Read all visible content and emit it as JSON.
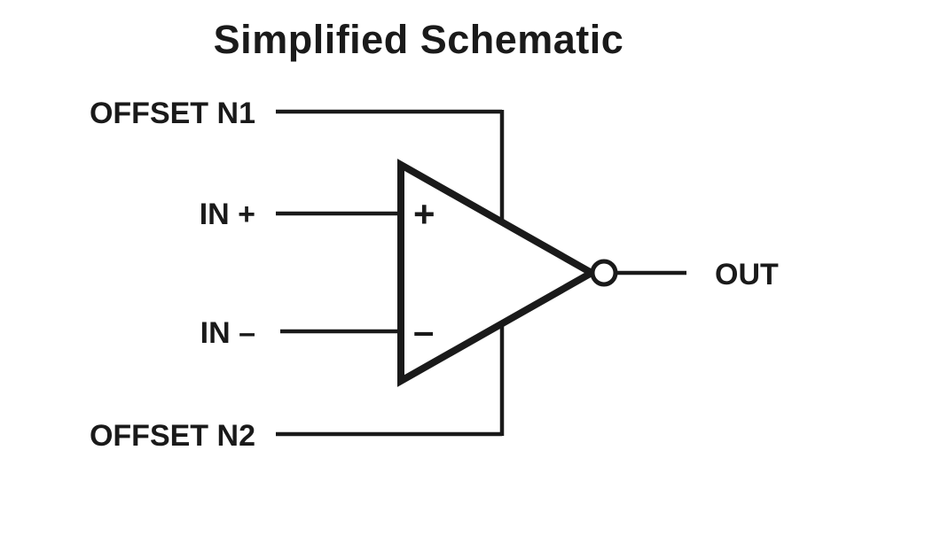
{
  "diagram": {
    "title": "Simplified Schematic",
    "labels": {
      "offset_n1": "OFFSET N1",
      "in_plus": "IN +",
      "in_minus": "IN –",
      "offset_n2": "OFFSET N2",
      "out": "OUT"
    },
    "symbol_marks": {
      "noninverting_input": "+",
      "inverting_input": "–"
    },
    "colors": {
      "line": "#1a1a1a",
      "background": "#ffffff"
    }
  }
}
